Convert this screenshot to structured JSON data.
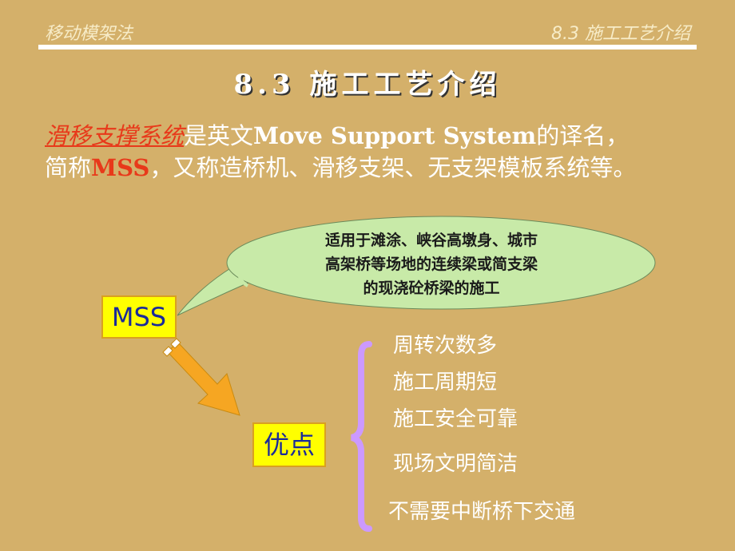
{
  "header": {
    "left": "移动模架法",
    "right": "8.3  施工工艺介绍"
  },
  "title": "8.3    施工工艺介绍",
  "intro": {
    "term": "滑移支撑系统",
    "part1": "是英文",
    "english": "Move Support System",
    "part2": "的译名，",
    "part3": "简称",
    "abbr": "MSS",
    "part4": "，又称造桥机、滑移支架、无支架模板系统等。"
  },
  "callout": {
    "line1": "适用于滩涂、峡谷高墩身、城市",
    "line2": "高架桥等场地的连续梁或简支梁",
    "line3": "的现浇砼桥梁的施工"
  },
  "mss_box": "MSS",
  "advantages_box": "优点",
  "advantages": [
    "周转次数多",
    "施工周期短",
    "施工安全可靠",
    "现场文明简洁",
    "不需要中断桥下交通"
  ],
  "colors": {
    "background": "#d4b06a",
    "accent": "#e8391a",
    "box": "#ffff00",
    "bubble": "#c8eaa8",
    "brace": "#cc99ff",
    "arrow": "#f6a622"
  }
}
